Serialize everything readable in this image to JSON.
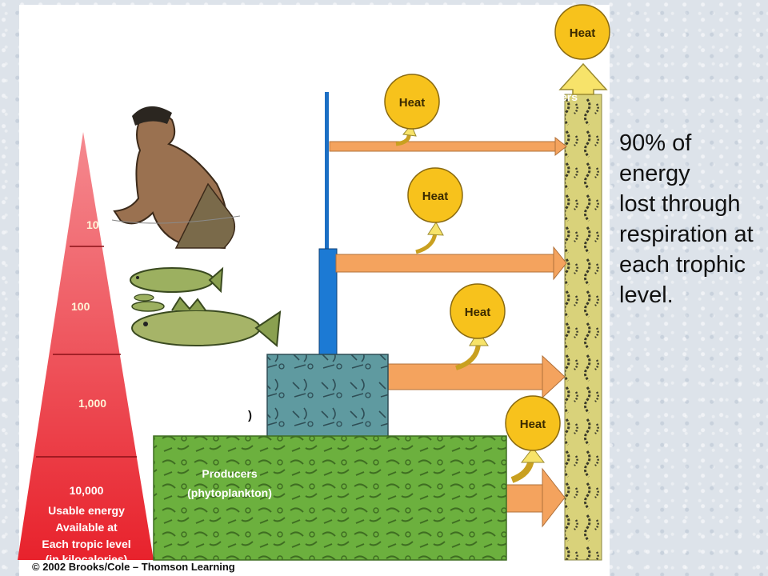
{
  "pyramid": {
    "levels": [
      "10",
      "100",
      "1,000",
      "10,000"
    ],
    "base_label_lines": [
      "Usable energy",
      "Available at",
      "Each tropic level",
      "(in kilocalories)"
    ]
  },
  "producers": {
    "lines": [
      "Producers",
      "(phytoplankton)"
    ]
  },
  "heat_label": "Heat",
  "partial_label_decomposers": "ers",
  "partial_label_paren": ")",
  "copyright": "© 2002 Brooks/Cole – Thomson Learning",
  "caption": {
    "lines": [
      "90% of",
      "energy",
      "lost through",
      "respiration at",
      "each trophic",
      "level."
    ]
  },
  "colors": {
    "pyramid_top": "#f26b72",
    "pyramid_bottom": "#e8222c",
    "heat": "#f7c21c",
    "arrow": "#f4a35e",
    "decomposer_bar": "#d9d27a",
    "producer_box": "#6cb03e",
    "zooplankton_box": "#5f9aa0",
    "pole": "#1c6fc4"
  }
}
